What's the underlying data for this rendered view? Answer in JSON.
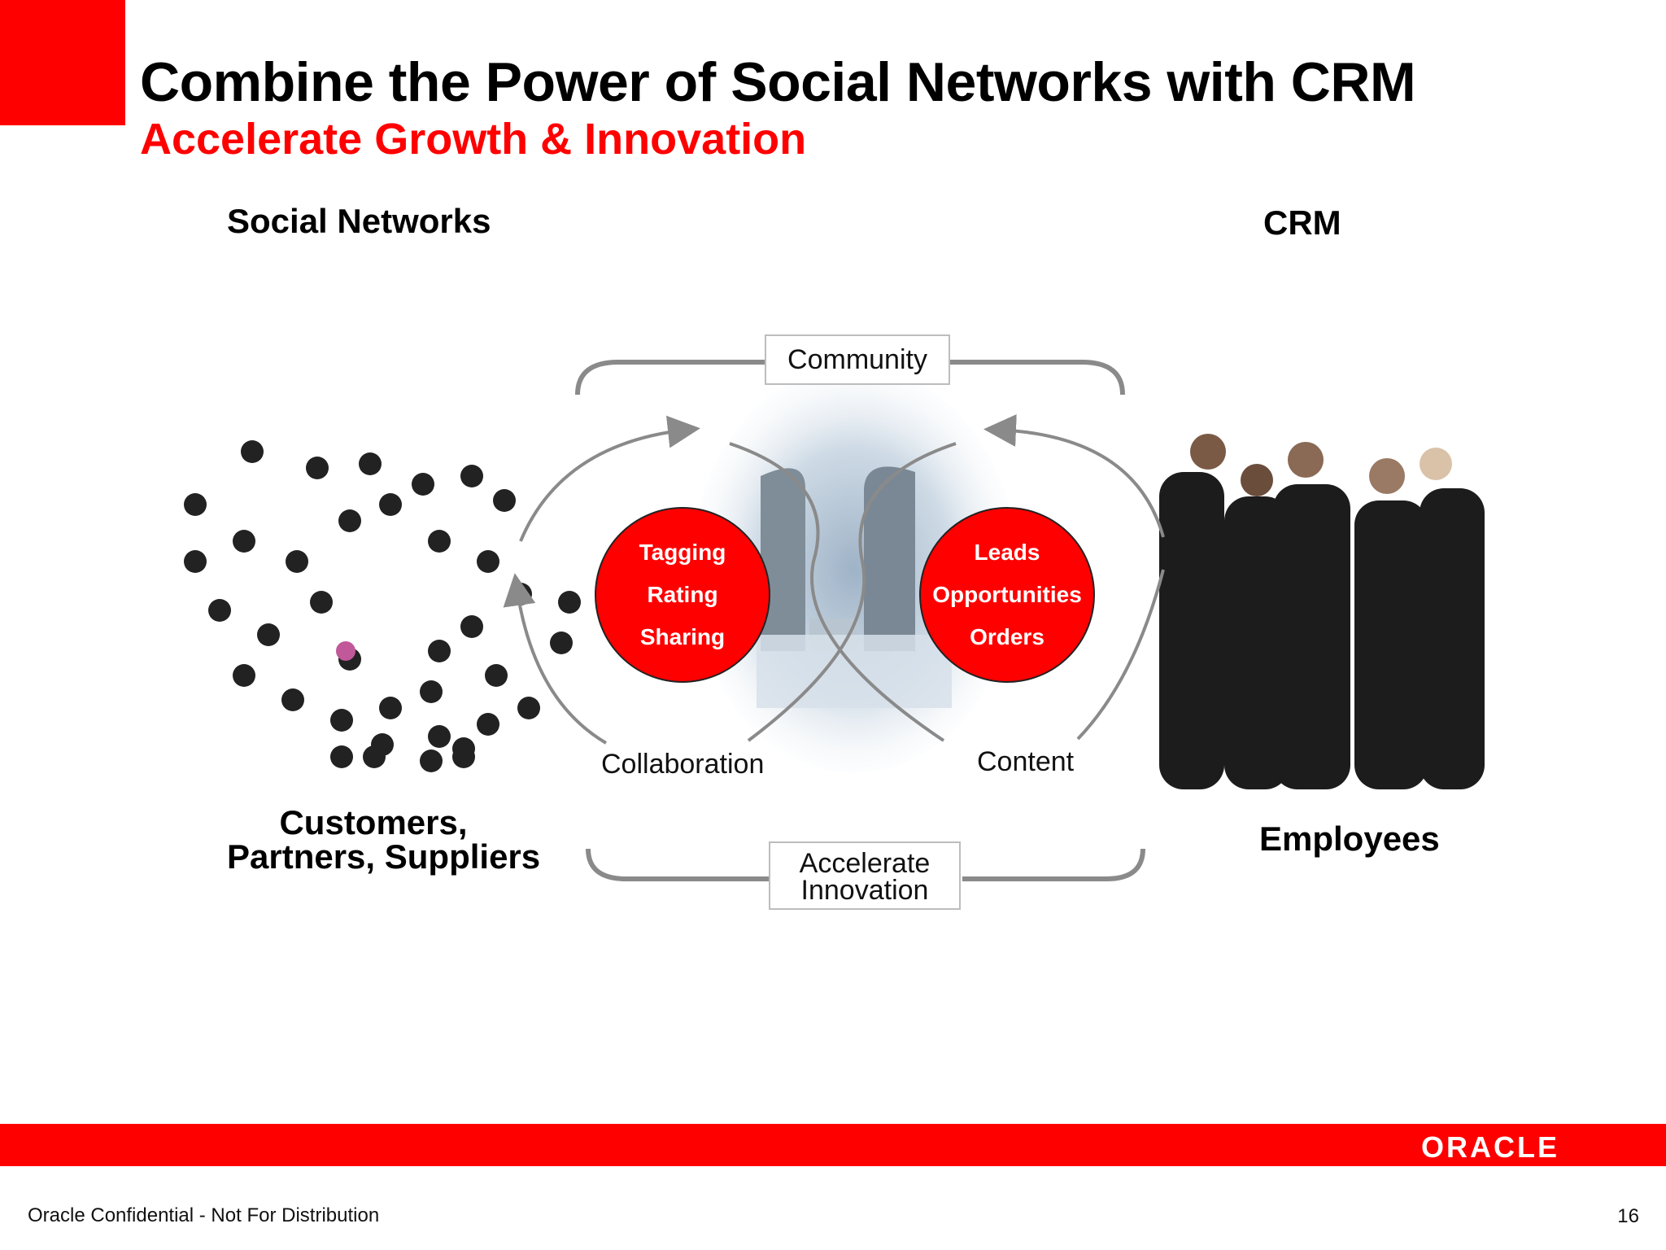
{
  "slide": {
    "title": "Combine the Power of Social Networks with CRM",
    "subtitle": "Accelerate Growth & Innovation"
  },
  "left": {
    "heading": "Social Networks",
    "caption_line1": "Customers,",
    "caption_line2": "Partners, Suppliers"
  },
  "right": {
    "heading": "CRM",
    "caption": "Employees"
  },
  "cycle": {
    "top_box": "Community",
    "bottom_box_line1": "Accelerate",
    "bottom_box_line2": "Innovation",
    "left_label": "Collaboration",
    "right_label": "Content",
    "left_circle": [
      "Tagging",
      "Rating",
      "Sharing"
    ],
    "right_circle": [
      "Leads",
      "Opportunities",
      "Orders"
    ]
  },
  "footer": {
    "logo": "ORACLE",
    "confidential": "Oracle Confidential - Not For Distribution",
    "page_number": "16"
  },
  "colors": {
    "accent": "#ff0000",
    "arrow": "#8a8a8a"
  }
}
